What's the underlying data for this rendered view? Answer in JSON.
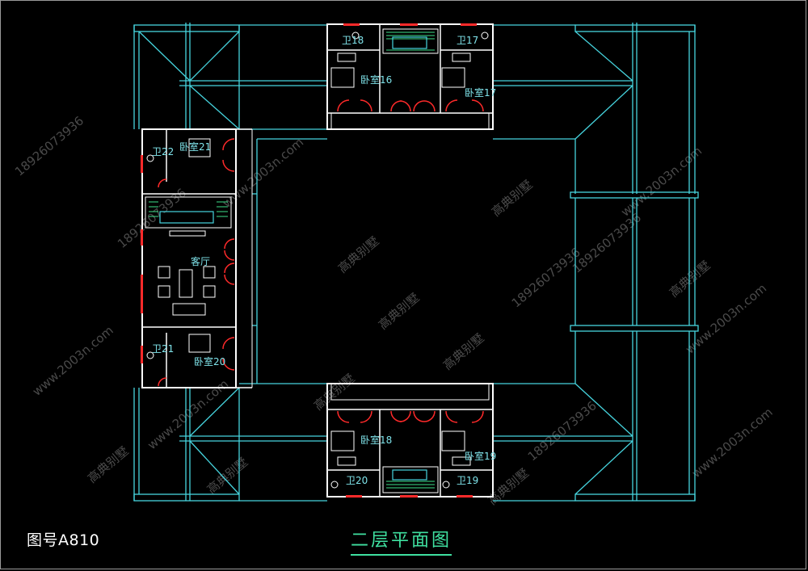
{
  "drawing": {
    "number_label": "图号A810",
    "title": "二层平面图"
  },
  "rooms": {
    "bath_18": "卫18",
    "bedroom_16": "卧室16",
    "bath_17": "卫17",
    "bedroom_17": "卧室17",
    "bath_22": "卫22",
    "bedroom_21": "卧室21",
    "living_room": "客厅",
    "bath_21": "卫21",
    "bedroom_20": "卧室20",
    "bedroom_18": "卧室18",
    "bath_20": "卫20",
    "bedroom_19": "卧室19",
    "bath_19": "卫19"
  },
  "watermark": {
    "phone": "18926073936",
    "site": "www.2003n.com",
    "brand": "高典别墅"
  },
  "colors": {
    "background": "#000000",
    "wall_lines": "#ffffff",
    "roof_lines": "#46d4de",
    "doors": "#ff2a2a",
    "title_text": "#3fe0a0",
    "watermark": "#4a4a4a"
  }
}
